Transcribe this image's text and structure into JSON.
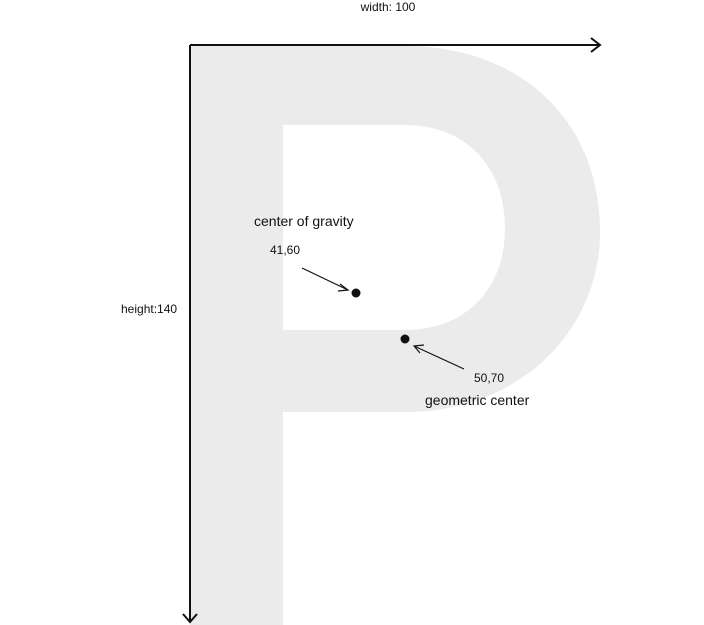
{
  "axes": {
    "width_label": "width: 100",
    "height_label": "height:140"
  },
  "center_of_gravity": {
    "label": "center of gravity",
    "coords": "41,60"
  },
  "geometric_center": {
    "label": "geometric center",
    "coords": "50,70"
  },
  "colors": {
    "glyph_fill": "#ebebeb",
    "ink": "#111111"
  }
}
